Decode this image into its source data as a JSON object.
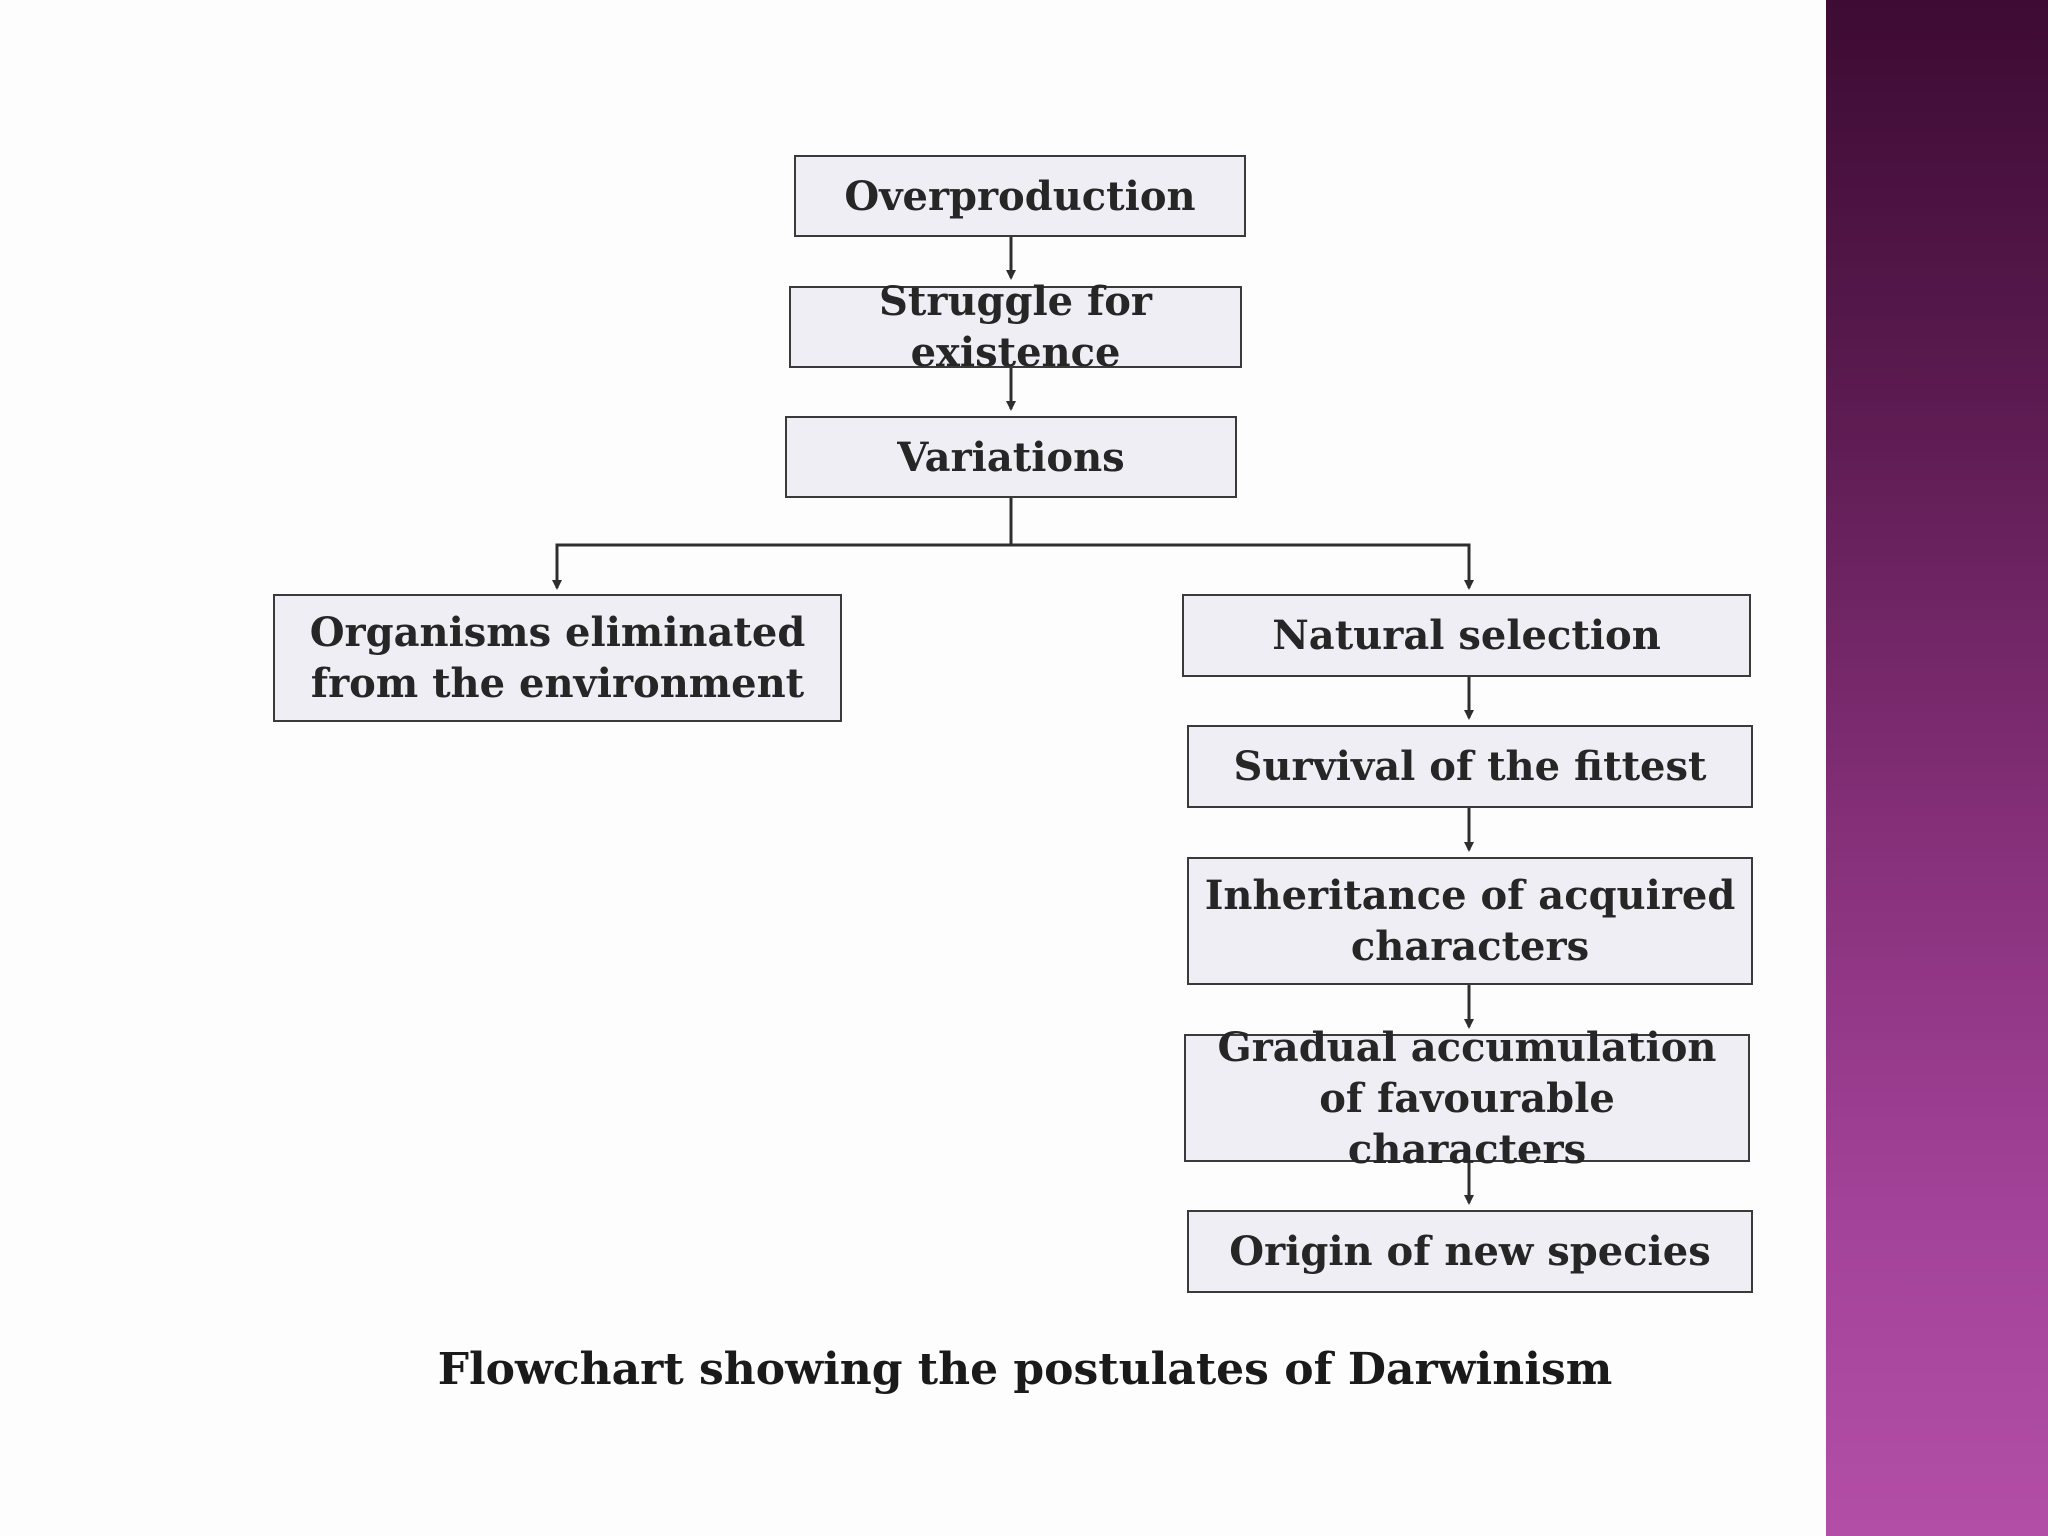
{
  "diagram": {
    "caption": "Flowchart showing the postulates of Darwinism",
    "nodes": {
      "overproduction": "Overproduction",
      "struggle": "Struggle for existence",
      "variations": "Variations",
      "eliminated": "Organisms eliminated from the environment",
      "natural_selection": "Natural selection",
      "survival": "Survival of the fittest",
      "inheritance": "Inheritance of acquired characters",
      "accumulation": "Gradual accumulation of favourable characters",
      "origin": "Origin of new species"
    },
    "edges": [
      [
        "overproduction",
        "struggle"
      ],
      [
        "struggle",
        "variations"
      ],
      [
        "variations",
        "eliminated"
      ],
      [
        "variations",
        "natural_selection"
      ],
      [
        "natural_selection",
        "survival"
      ],
      [
        "survival",
        "inheritance"
      ],
      [
        "inheritance",
        "accumulation"
      ],
      [
        "accumulation",
        "origin"
      ]
    ]
  },
  "colors": {
    "box_fill": "#efeef4",
    "box_border": "#3a3a3a",
    "connector": "#2e2e2e",
    "side_band_top": "#3d0b33",
    "side_band_bottom": "#b24ea6"
  }
}
